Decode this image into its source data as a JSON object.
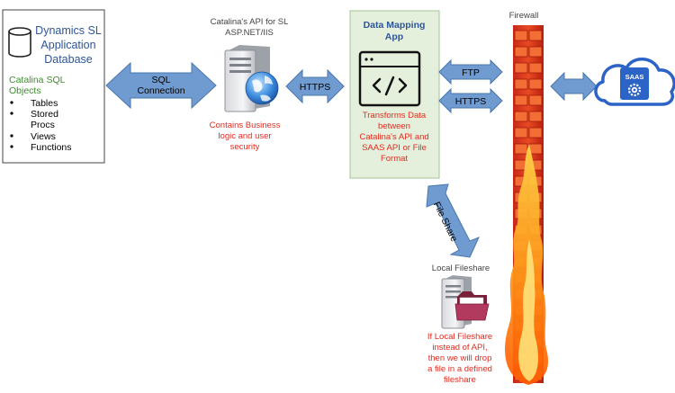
{
  "db_box": {
    "title": [
      "Dynamics SL",
      "Application",
      "Database"
    ],
    "objects_title": [
      "Catalina SQL",
      "Objects"
    ],
    "objects": [
      "Tables",
      "Stored",
      "Procs",
      "Views",
      "Functions"
    ]
  },
  "sql_arrow": {
    "label": [
      "SQL",
      "Connection"
    ]
  },
  "api_server": {
    "title": [
      "Catalina's API for SL",
      "ASP.NET/IIS"
    ],
    "note": [
      "Contains Business",
      "logic and user",
      "security"
    ]
  },
  "https_arrow_left": {
    "label": "HTTPS"
  },
  "mapping_box": {
    "title": [
      "Data Mapping",
      "App"
    ],
    "note": [
      "Transforms Data",
      "between",
      "Catalina's API and",
      "SAAS API or File",
      "Format"
    ]
  },
  "ftp_arrow": {
    "label": "FTP"
  },
  "https_arrow_right": {
    "label": "HTTPS"
  },
  "firewall": {
    "label": "Firewall"
  },
  "saas": {
    "label": "SAAS"
  },
  "fileshare_arrow": {
    "label": "File Share"
  },
  "local_fileshare": {
    "title": "Local Fileshare",
    "note": [
      "If Local Fileshare",
      "instead of API,",
      "then we will drop",
      "a file in a defined",
      "fileshare"
    ]
  },
  "colors": {
    "arrow_fill": "#6f9bd0",
    "arrow_stroke": "#4a77ad",
    "db_title": "#2e5597",
    "green_text": "#3c8d2b",
    "red_text": "#e32b1f",
    "mapping_bg": "#e5f0dc",
    "mapping_border": "#a6c397",
    "cloud": "#2c63c6"
  }
}
